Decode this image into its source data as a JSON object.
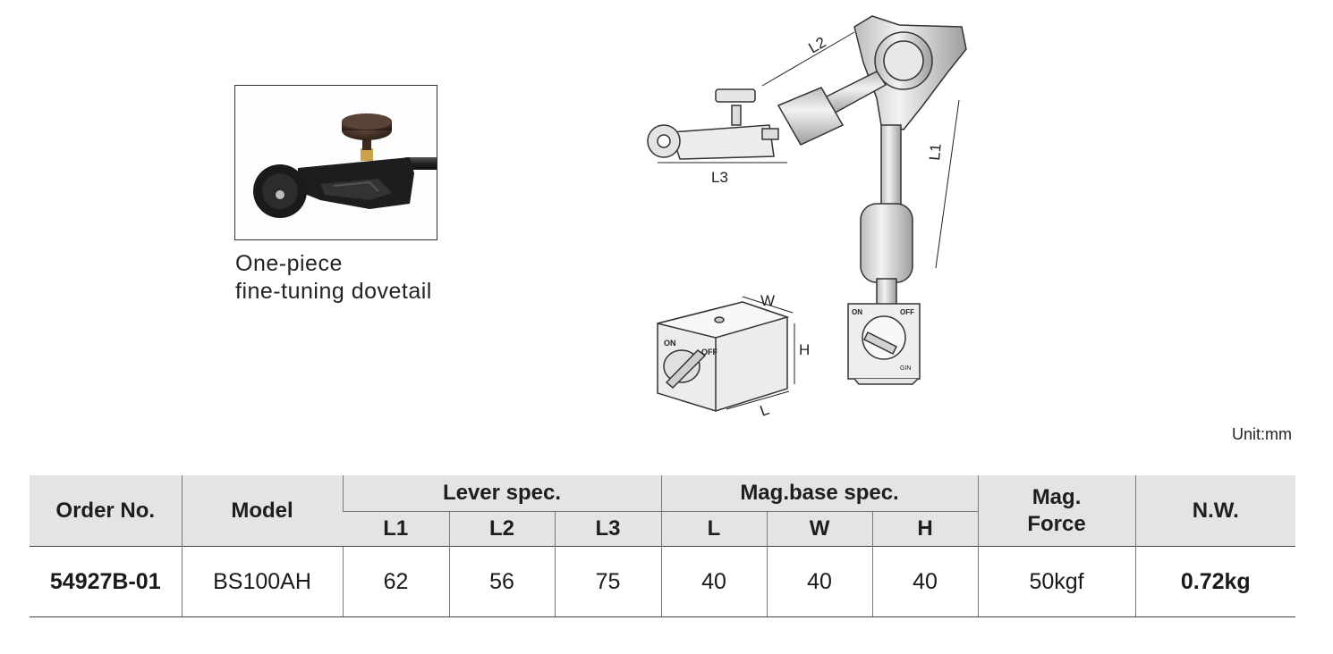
{
  "photo": {
    "caption_line1": "One-piece",
    "caption_line2": "fine-tuning dovetail"
  },
  "diagram": {
    "labels": {
      "l1": "L1",
      "l2": "L2",
      "l3": "L3",
      "w": "W",
      "h": "H",
      "l": "L",
      "on": "ON",
      "off": "OFF",
      "gin": "GIN"
    }
  },
  "unit": "Unit:mm",
  "table": {
    "headers": {
      "order_no": "Order No.",
      "model": "Model",
      "lever_spec": "Lever spec.",
      "mag_base_spec": "Mag.base spec.",
      "mag_force_line1": "Mag.",
      "mag_force_line2": "Force",
      "nw": "N.W.",
      "l1": "L1",
      "l2": "L2",
      "l3": "L3",
      "l": "L",
      "w": "W",
      "h": "H"
    },
    "rows": [
      {
        "order_no": "54927B-01",
        "model": "BS100AH",
        "l1": "62",
        "l2": "56",
        "l3": "75",
        "l": "40",
        "w": "40",
        "h": "40",
        "mag_force": "50kgf",
        "nw": "0.72kg"
      }
    ]
  }
}
